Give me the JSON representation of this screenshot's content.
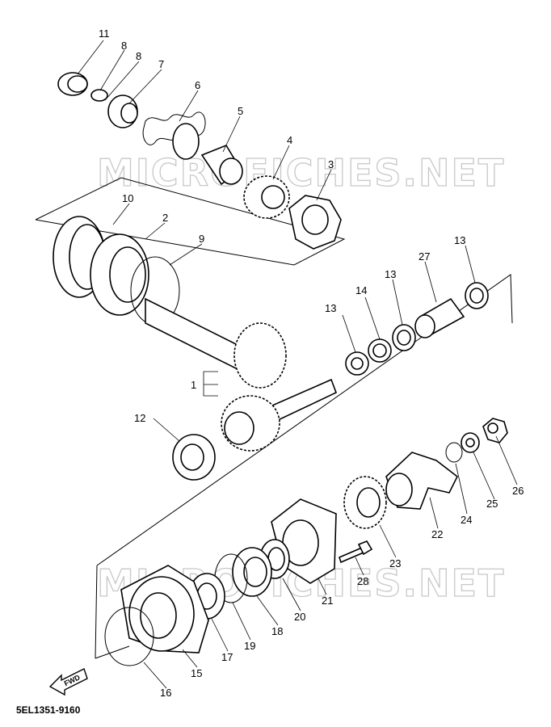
{
  "watermark": "MICROFICHES.NET",
  "diagram_code": "5EL1351-9160",
  "fwd_label": "FWD",
  "callouts": [
    "1",
    "2",
    "3",
    "4",
    "5",
    "6",
    "7",
    "8",
    "8",
    "9",
    "10",
    "11",
    "12",
    "13",
    "13",
    "13",
    "14",
    "15",
    "16",
    "17",
    "18",
    "19",
    "20",
    "21",
    "22",
    "23",
    "24",
    "25",
    "26",
    "27",
    "28"
  ]
}
